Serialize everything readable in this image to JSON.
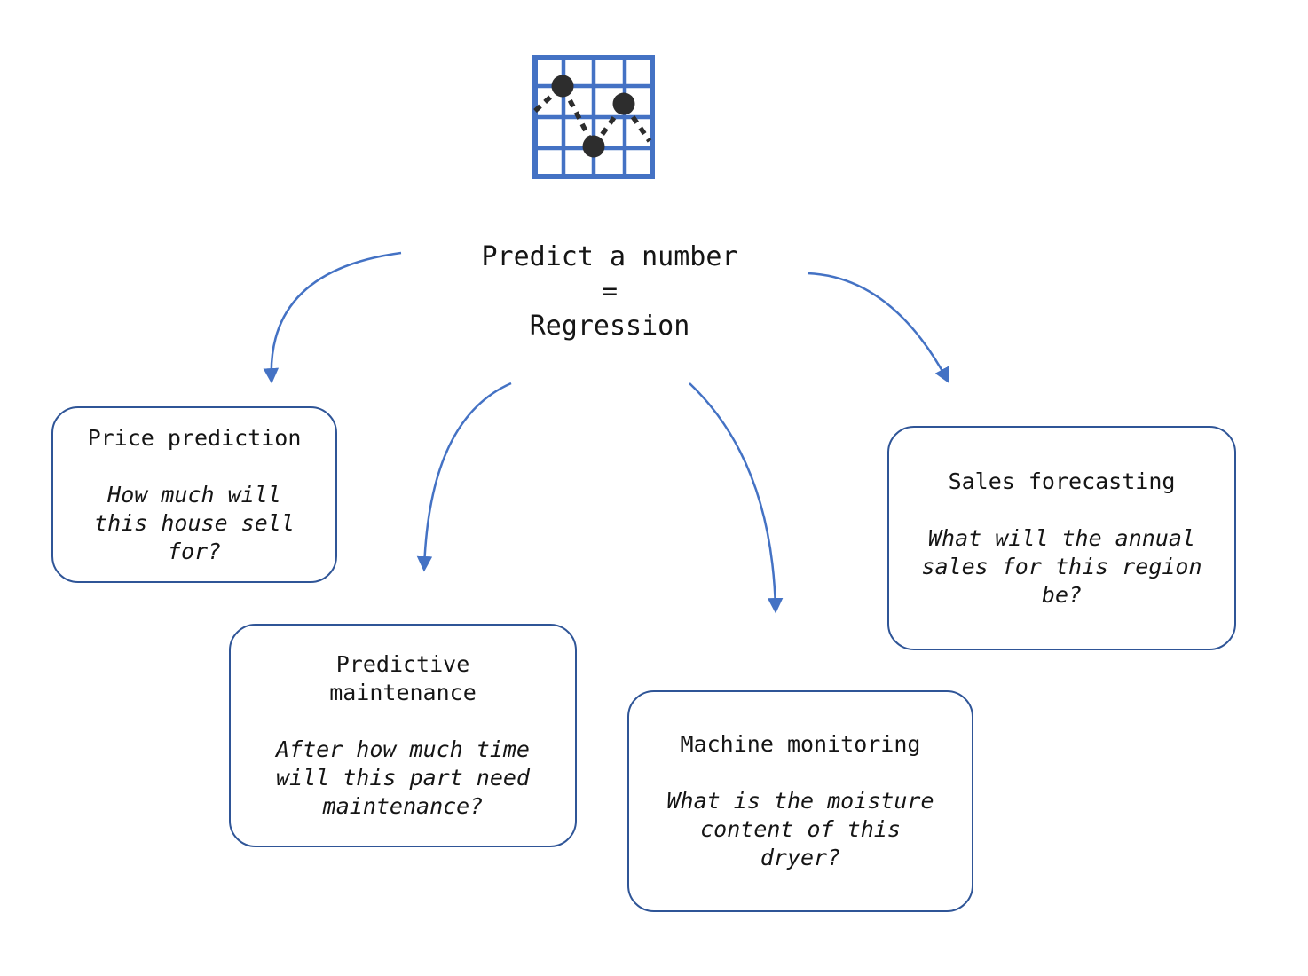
{
  "diagram": {
    "icon": {
      "name": "line-chart-icon"
    },
    "title": {
      "text": "Predict a number\n=\nRegression"
    },
    "colors": {
      "arrow": "#4472C4",
      "box_border": "#2F5597",
      "icon_grid": "#4472C4",
      "icon_points": "#2d2d2d",
      "text": "#151515"
    },
    "nodes": [
      {
        "id": "price-prediction",
        "title": "Price prediction",
        "question": "How much will\nthis house sell\nfor?"
      },
      {
        "id": "predictive-maintenance",
        "title": "Predictive\nmaintenance",
        "question": "After how much time\nwill this part need\nmaintenance?"
      },
      {
        "id": "machine-monitoring",
        "title": "Machine monitoring",
        "question": "What is the moisture\ncontent of this\ndryer?"
      },
      {
        "id": "sales-forecasting",
        "title": "Sales forecasting",
        "question": "What will the annual\nsales for this region\nbe?"
      }
    ]
  }
}
